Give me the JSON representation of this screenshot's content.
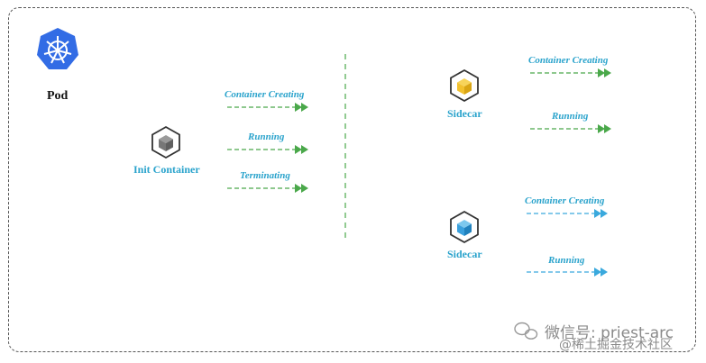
{
  "pod": {
    "label": "Pod"
  },
  "init": {
    "label": "Init Container",
    "states": [
      "Container Creating",
      "Running",
      "Terminating"
    ]
  },
  "sidecar_a": {
    "label": "Sidecar",
    "states": [
      "Container Creating",
      "Running"
    ]
  },
  "sidecar_b": {
    "label": "Sidecar",
    "states": [
      "Container Creating",
      "Running"
    ]
  },
  "watermark": {
    "line1": "微信号: priest-arc",
    "line2": "@稀土掘金技术社区"
  },
  "colors": {
    "label_blue": "#2aa3cc",
    "arrow_green": "#4aa84a",
    "arrow_blue": "#3aa9dd",
    "k8s_blue": "#326ce5",
    "cube_yellow": "#f2c12e",
    "cube_blue": "#3aa0dd",
    "cube_gray": "#7a7a7a"
  }
}
